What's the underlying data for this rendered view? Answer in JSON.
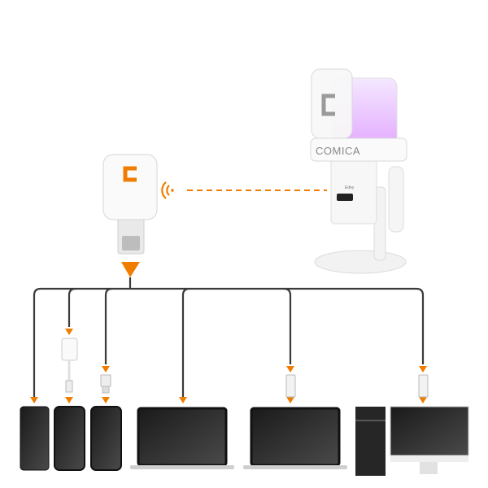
{
  "brand": {
    "logo_text": "COMICA",
    "model_text": "Edey"
  },
  "colors": {
    "accent": "#F07D00",
    "cable": "#3a3a3a",
    "device": "#2b2b2b",
    "glow": "#d9a6ff"
  },
  "diagram": {
    "transmitter": "usb-c-wireless-receiver",
    "source": "wireless-microphone",
    "link": "wireless-signal",
    "targets": [
      "android-phone",
      "iphone-with-usb-adapter",
      "iphone-lightning",
      "laptop-usb-c",
      "laptop-usb-a",
      "desktop-pc-with-monitor"
    ]
  }
}
